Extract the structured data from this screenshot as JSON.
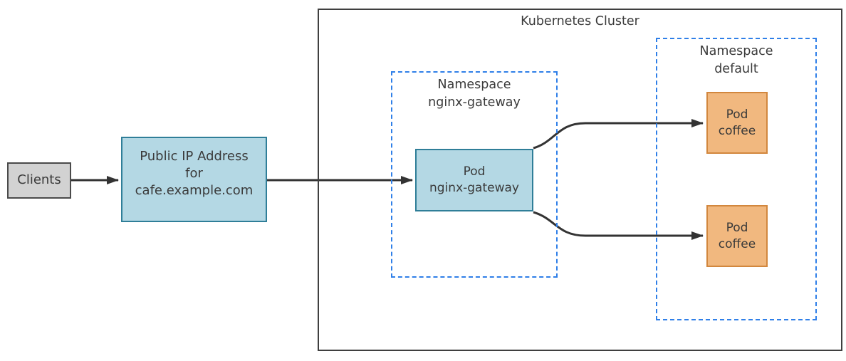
{
  "diagram": {
    "clients": {
      "label": "Clients"
    },
    "public_ip": {
      "label": "Public IP Address\nfor\ncafe.example.com"
    },
    "cluster": {
      "title": "Kubernetes Cluster"
    },
    "namespace_gateway": {
      "title": "Namespace\nnginx-gateway"
    },
    "pod_gateway": {
      "label": "Pod\nnginx-gateway"
    },
    "namespace_default": {
      "title": "Namespace\ndefault"
    },
    "pod_coffee_1": {
      "label": "Pod\ncoffee"
    },
    "pod_coffee_2": {
      "label": "Pod\ncoffee"
    }
  },
  "colors": {
    "blue_fill": "#b4d8e4",
    "blue_border": "#2f7e98",
    "orange_fill": "#f1b87f",
    "orange_border": "#d2873e",
    "gray_fill": "#d2d2d2",
    "gray_border": "#4a4a4a",
    "dashed_border": "#2f7fe8",
    "cluster_border": "#3f3f3f",
    "arrow": "#333333",
    "text": "#3a3a3a"
  }
}
